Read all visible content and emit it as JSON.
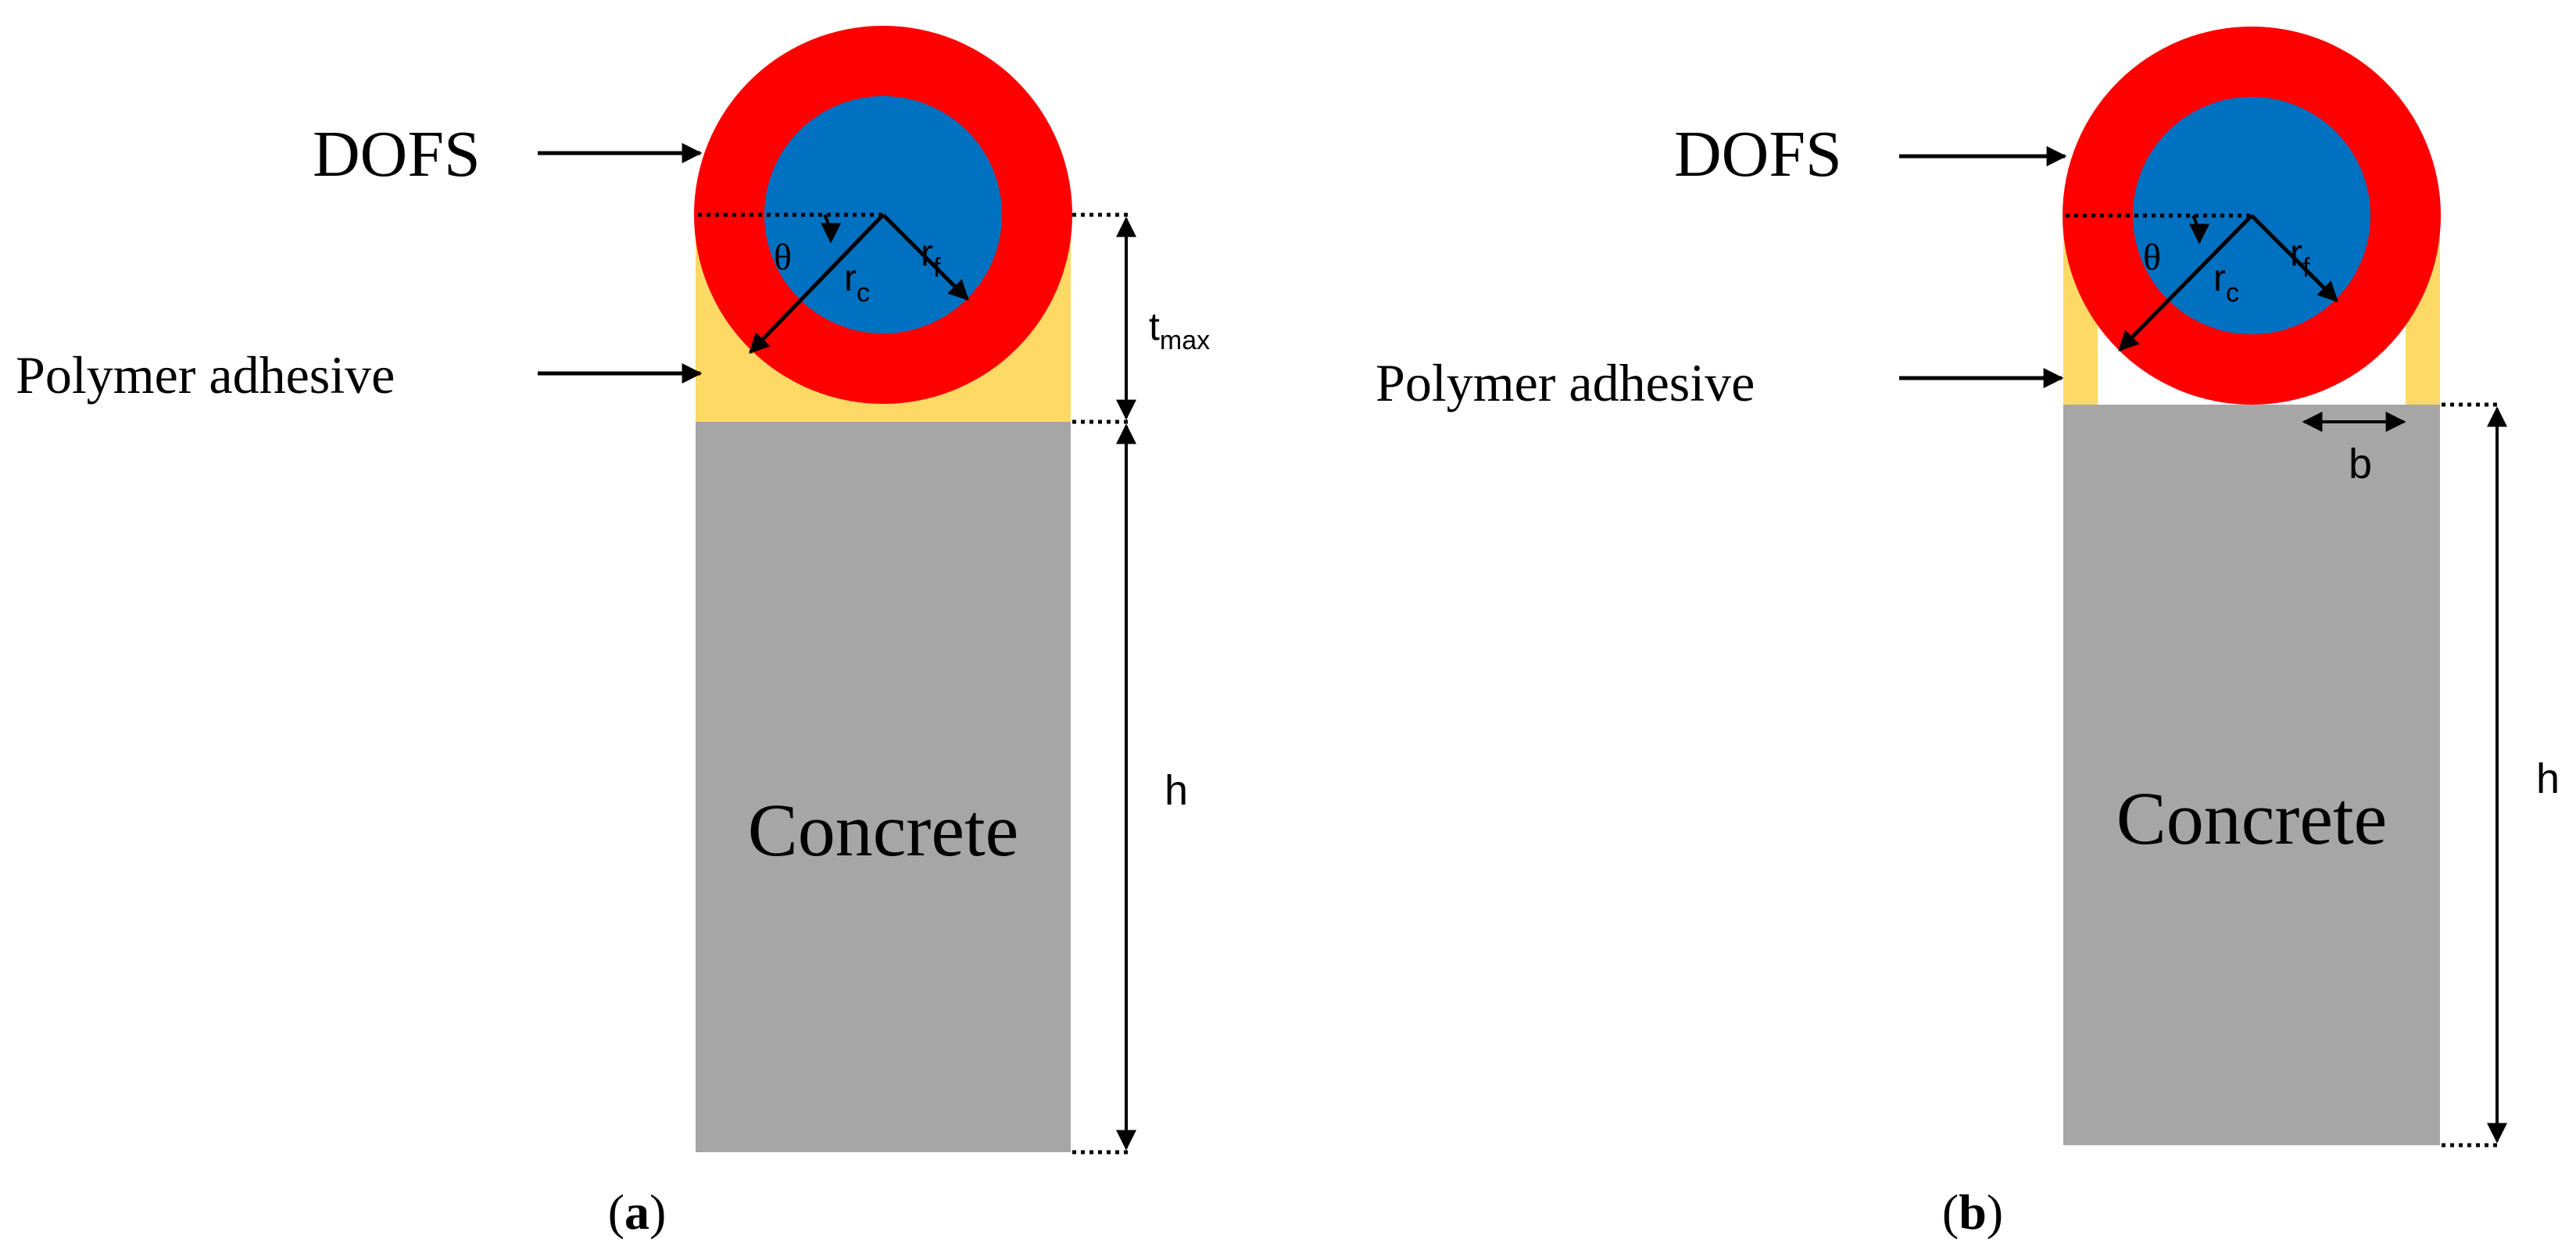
{
  "colors": {
    "concrete": "#a6a6a6",
    "adhesive": "#ffd966",
    "coating": "#ff0000",
    "core": "#0070c0",
    "arrow": "#000000"
  },
  "panel_a": {
    "dofs_label": "DOFS",
    "adhesive_label": "Polymer adhesive",
    "concrete_label": "Concrete",
    "theta": "θ",
    "rc_main": "r",
    "rc_sub": "c",
    "rf_main": "r",
    "rf_sub": "f",
    "tmax_main": "t",
    "tmax_sub": "max",
    "h_label": "h",
    "caption_open": "(",
    "caption_letter": "a",
    "caption_close": ")"
  },
  "panel_b": {
    "dofs_label": "DOFS",
    "adhesive_label": "Polymer adhesive",
    "concrete_label": "Concrete",
    "theta": "θ",
    "rc_main": "r",
    "rc_sub": "c",
    "rf_main": "r",
    "rf_sub": "f",
    "b_label": "b",
    "h_label": "h",
    "caption_open": "(",
    "caption_letter": "b",
    "caption_close": ")"
  }
}
